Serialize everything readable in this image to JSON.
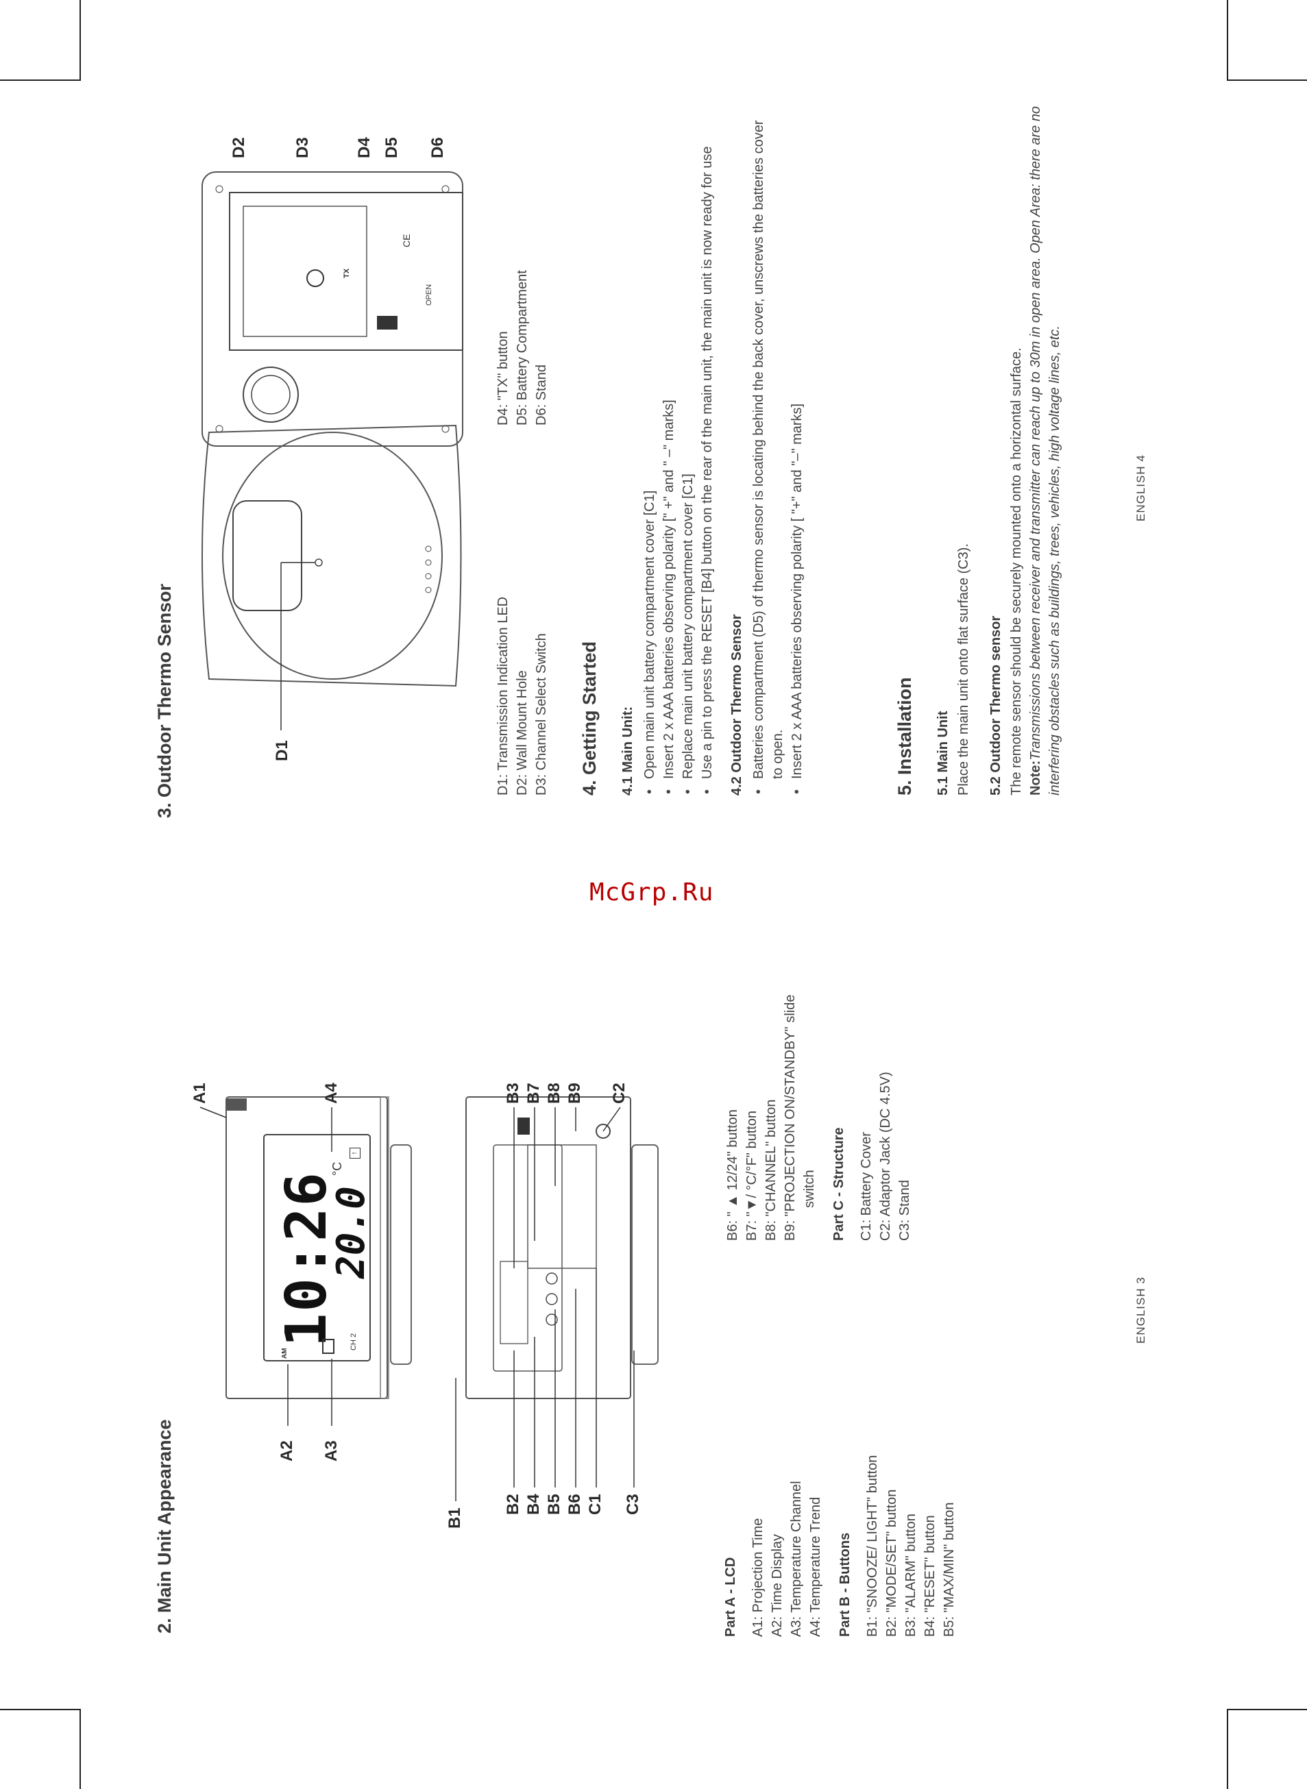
{
  "watermark": "McGrp.Ru",
  "left": {
    "heading": "2. Main Unit Appearance",
    "lcd": {
      "time": "10:26",
      "temp": "20.0",
      "deg": "°C",
      "am": "AM",
      "ch": "CH 2"
    },
    "labels": {
      "A1": "A1",
      "A2": "A2",
      "A3": "A3",
      "A4": "A4",
      "B1": "B1",
      "B2": "B2",
      "B3": "B3",
      "B4": "B4",
      "B5": "B5",
      "B6": "B6",
      "B7": "B7",
      "B8": "B8",
      "B9": "B9",
      "C1": "C1",
      "C2": "C2",
      "C3": "C3"
    },
    "partA": {
      "title": "Part A - LCD",
      "items": [
        "A1:  Projection Time",
        "A2:  Time Display",
        "A3:  Temperature Channel",
        "A4:  Temperature Trend"
      ]
    },
    "partB": {
      "title": "Part B - Buttons",
      "items": [
        "B1:  \"SNOOZE/ LIGHT\" button",
        "B2:  \"MODE/SET\" button",
        "B3:  \"ALARM\" button",
        "B4:  \"RESET\" button",
        "B5:  \"MAX/MIN\" button"
      ]
    },
    "partB2": {
      "items": [
        "B6:  \" ▲ 12/24\" button",
        "B7:  \"▼/ °C/°F\" button",
        "B8:  \"CHANNEL\" button",
        "B9:  \"PROJECTION ON/STANDBY\" slide",
        "switch"
      ]
    },
    "partC": {
      "title": "Part C - Structure",
      "items": [
        "C1: Battery Cover",
        "C2: Adaptor Jack (DC 4.5V)",
        "C3: Stand"
      ]
    },
    "footer": "ENGLISH   3"
  },
  "right": {
    "heading": "3. Outdoor Thermo Sensor",
    "labels": {
      "D1": "D1",
      "D2": "D2",
      "D3": "D3",
      "D4": "D4",
      "D5": "D5",
      "D6": "D6"
    },
    "back_marks": {
      "open": "OPEN",
      "tx": "TX",
      "ce": "CE"
    },
    "d_left": [
      "D1:  Transmission Indication LED",
      "D2:  Wall Mount Hole",
      "D3:  Channel Select Switch"
    ],
    "d_right": [
      "D4:  \"TX\" button",
      "D5:  Battery Compartment",
      "D6:  Stand"
    ],
    "s4": {
      "heading": "4. Getting Started",
      "h41": "4.1 Main Unit:",
      "items41": [
        "Open main unit battery compartment cover [C1]",
        "Insert 2 x AAA batteries observing polarity [\" +\" and \" –\" marks]",
        "Replace main unit battery compartment cover [C1]",
        "Use a pin to press the RESET [B4] button on the rear of the main unit, the main unit is now ready for use"
      ],
      "h42": "4.2 Outdoor Thermo Sensor",
      "items42": [
        "Batteries compartment (D5) of thermo sensor is locating behind the back cover, unscrews the batteries cover to open.",
        "Insert 2 x AAA batteries observing polarity [ \"+\" and \"–\" marks]"
      ]
    },
    "s5": {
      "heading": "5. Installation",
      "h51": "5.1 Main Unit",
      "t51": "Place the main unit onto flat surface (C3).",
      "h52": "5.2 Outdoor Thermo sensor",
      "t52": "The remote sensor should be securely mounted onto a horizontal surface.",
      "note_label": "Note:",
      "note": "Transmissions between receiver and transmitter can reach up to 30m in open area. Open Area: there are no interfering obstacles such as buildings, trees, vehicles, high voltage lines, etc."
    },
    "footer": "ENGLISH   4"
  }
}
